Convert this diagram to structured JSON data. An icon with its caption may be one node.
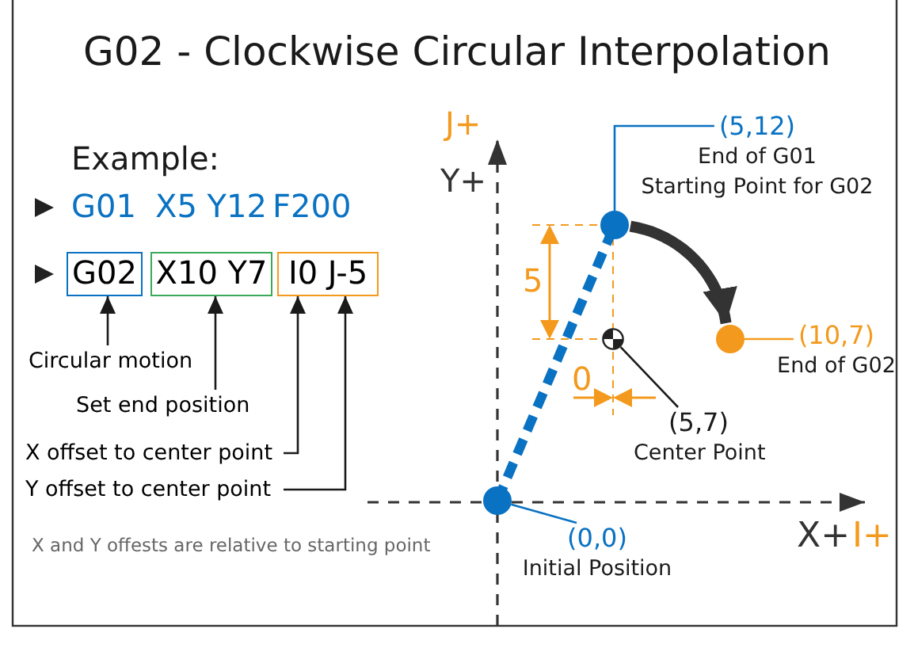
{
  "diagram": {
    "title": "G02 - Clockwise Circular Interpolation",
    "nodes": [
      {
        "text": [
          "G02"
        ]
      },
      {
        "text": [
          "X10 Y7"
        ]
      },
      {
        "text": [
          "I0 J-5"
        ]
      },
      {
        "text": [
          "Circular motion"
        ]
      },
      {
        "text": [
          "Set end position"
        ]
      },
      {
        "text": [
          "X offset to center point"
        ]
      },
      {
        "text": [
          "Y offset to center point"
        ]
      },
      {
        "text": [],
        "shape": "circle"
      },
      {
        "text": [],
        "shape": "circle"
      },
      {
        "text": [],
        "shape": "circle"
      },
      {
        "text": [],
        "shape": "circle"
      },
      {
        "text": [
          "(5,12)",
          "End of G01",
          "Starting Point for G02"
        ]
      },
      {
        "text": [
          "(10,7)",
          "End of G02"
        ]
      },
      {
        "text": [
          "(5,7)",
          "Center Point"
        ]
      },
      {
        "text": [
          "(0,0)",
          "Initial Position"
        ]
      }
    ],
    "edges": [
      {
        "from": 3,
        "to": 0,
        "arrow": "to"
      },
      {
        "from": 4,
        "to": 1,
        "arrow": "to"
      },
      {
        "from": 5,
        "to": 2,
        "arrow": "to"
      },
      {
        "from": 6,
        "to": 2,
        "arrow": "to"
      },
      {
        "from": 10,
        "to": 7,
        "arrow": "none",
        "style": "dashed",
        "color": "#0a72c2"
      },
      {
        "from": 7,
        "to": 9,
        "arrow": "to",
        "style": "thick",
        "color": "#333333"
      },
      {
        "from": 11,
        "to": 7,
        "arrow": "none",
        "color": "#0a72c2"
      },
      {
        "from": 12,
        "to": 9,
        "arrow": "none",
        "color": "#f39a1e"
      },
      {
        "from": 13,
        "to": 8,
        "arrow": "none"
      },
      {
        "from": 14,
        "to": 10,
        "arrow": "none",
        "color": "#0a72c2"
      }
    ],
    "labels": [
      "Example:",
      "G01",
      "X5 Y12",
      "F200",
      "J+",
      "Y+",
      "5",
      "0",
      "X+",
      "I+",
      "X and Y offests are relative to starting point"
    ]
  }
}
